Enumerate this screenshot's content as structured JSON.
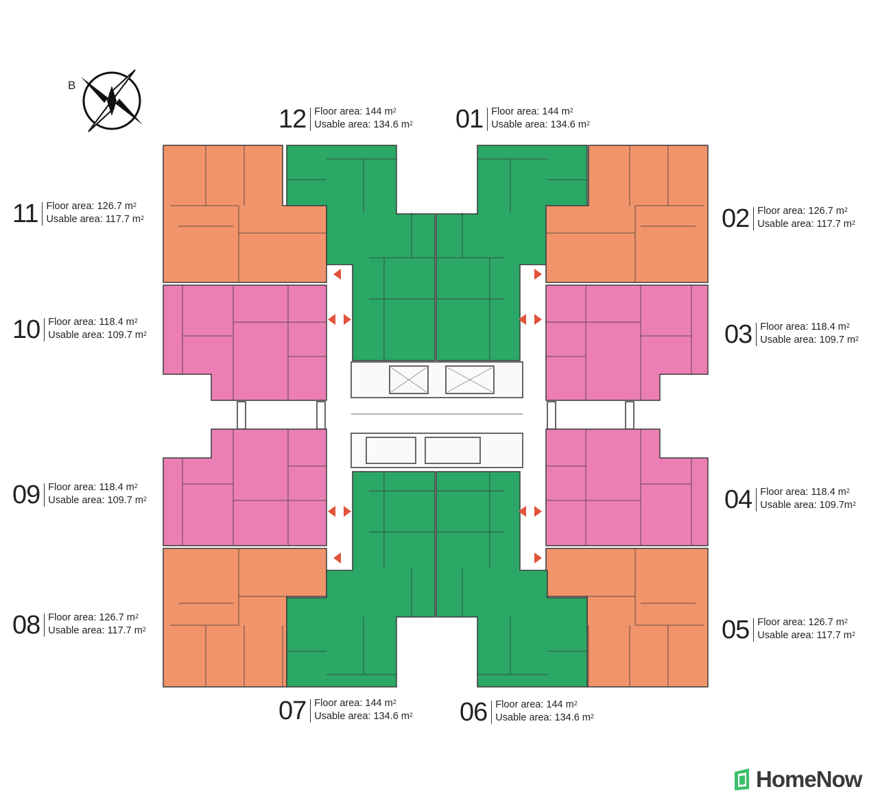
{
  "compass": {
    "letter": "B"
  },
  "brand": {
    "name": "HomeNow",
    "color": "#3cbf6a"
  },
  "colors": {
    "green": "#2ba866",
    "orange": "#f2946b",
    "pink": "#eb7fb5",
    "arrow": "#e2533a"
  },
  "units": [
    {
      "id": "12",
      "floor": "Floor area: 144 m",
      "usable": "Usable area: 134.6 m",
      "color": "green"
    },
    {
      "id": "01",
      "floor": "Floor area: 144 m",
      "usable": "Usable area: 134.6 m",
      "color": "green"
    },
    {
      "id": "11",
      "floor": "Floor area: 126.7 m",
      "usable": "Usable area: 117.7 m",
      "color": "orange"
    },
    {
      "id": "02",
      "floor": "Floor area: 126.7 m",
      "usable": "Usable area: 117.7 m",
      "color": "orange"
    },
    {
      "id": "10",
      "floor": "Floor area: 118.4 m",
      "usable": "Usable area: 109.7 m",
      "color": "pink"
    },
    {
      "id": "03",
      "floor": "Floor area: 118.4 m",
      "usable": "Usable area: 109.7 m",
      "color": "pink"
    },
    {
      "id": "09",
      "floor": "Floor area: 118.4 m",
      "usable": "Usable area: 109.7 m",
      "color": "pink"
    },
    {
      "id": "04",
      "floor": "Floor area: 118.4 m",
      "usable": "Usable area: 109.7m",
      "color": "pink"
    },
    {
      "id": "08",
      "floor": "Floor area: 126.7 m",
      "usable": "Usable area: 117.7 m",
      "color": "orange"
    },
    {
      "id": "05",
      "floor": "Floor area: 126.7 m",
      "usable": "Usable area: 117.7 m",
      "color": "orange"
    },
    {
      "id": "07",
      "floor": "Floor area: 144 m",
      "usable": "Usable area: 134.6 m",
      "color": "green"
    },
    {
      "id": "06",
      "floor": "Floor area: 144 m",
      "usable": "Usable area: 134.6 m",
      "color": "green"
    }
  ],
  "area_unit_sup": "2"
}
